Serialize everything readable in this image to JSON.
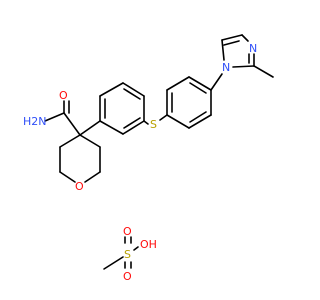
{
  "colors": {
    "bond": "#000000",
    "carbon": "#000000",
    "oxygen": "#ff0d0d",
    "nitrogen": "#3050f8",
    "sulfur": "#b8a000"
  },
  "atoms": {
    "nh2": "H2N",
    "amide_o": "O",
    "ring_o": "O",
    "thioether_s": "S",
    "imid_n1": "N",
    "imid_n3": "N",
    "so3_s": "S",
    "so3_o_top": "O",
    "so3_o_bottom": "O",
    "so3_oh": "OH"
  }
}
